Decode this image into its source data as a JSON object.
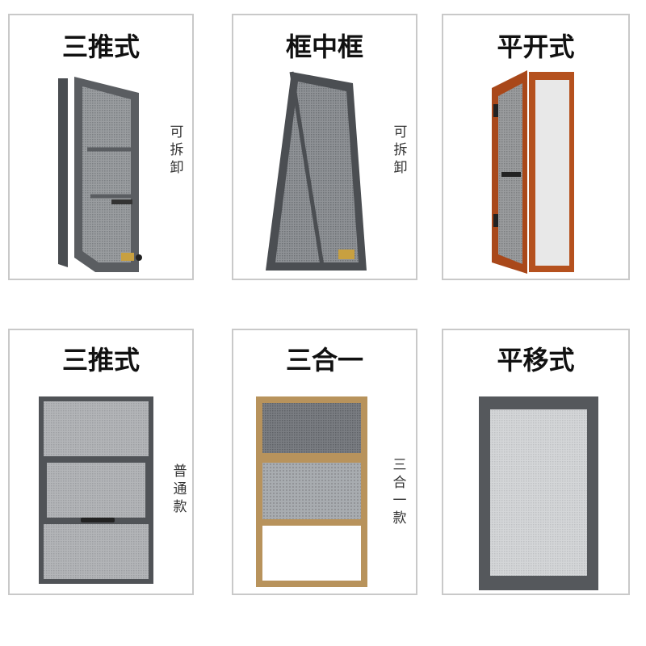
{
  "cards": [
    {
      "title": "三推式",
      "note": "可拆卸"
    },
    {
      "title": "框中框",
      "note": "可拆卸"
    },
    {
      "title": "平开式",
      "note": ""
    },
    {
      "title": "三推式",
      "note": "普通款"
    },
    {
      "title": "三合一",
      "note": "三合一款"
    },
    {
      "title": "平移式",
      "note": ""
    }
  ],
  "colors": {
    "frame_gray": "#55585c",
    "frame_bronze": "#b8935c",
    "frame_wood": "#b5511e",
    "mesh": "#8a8d90",
    "card_border": "#c9c9c9"
  }
}
